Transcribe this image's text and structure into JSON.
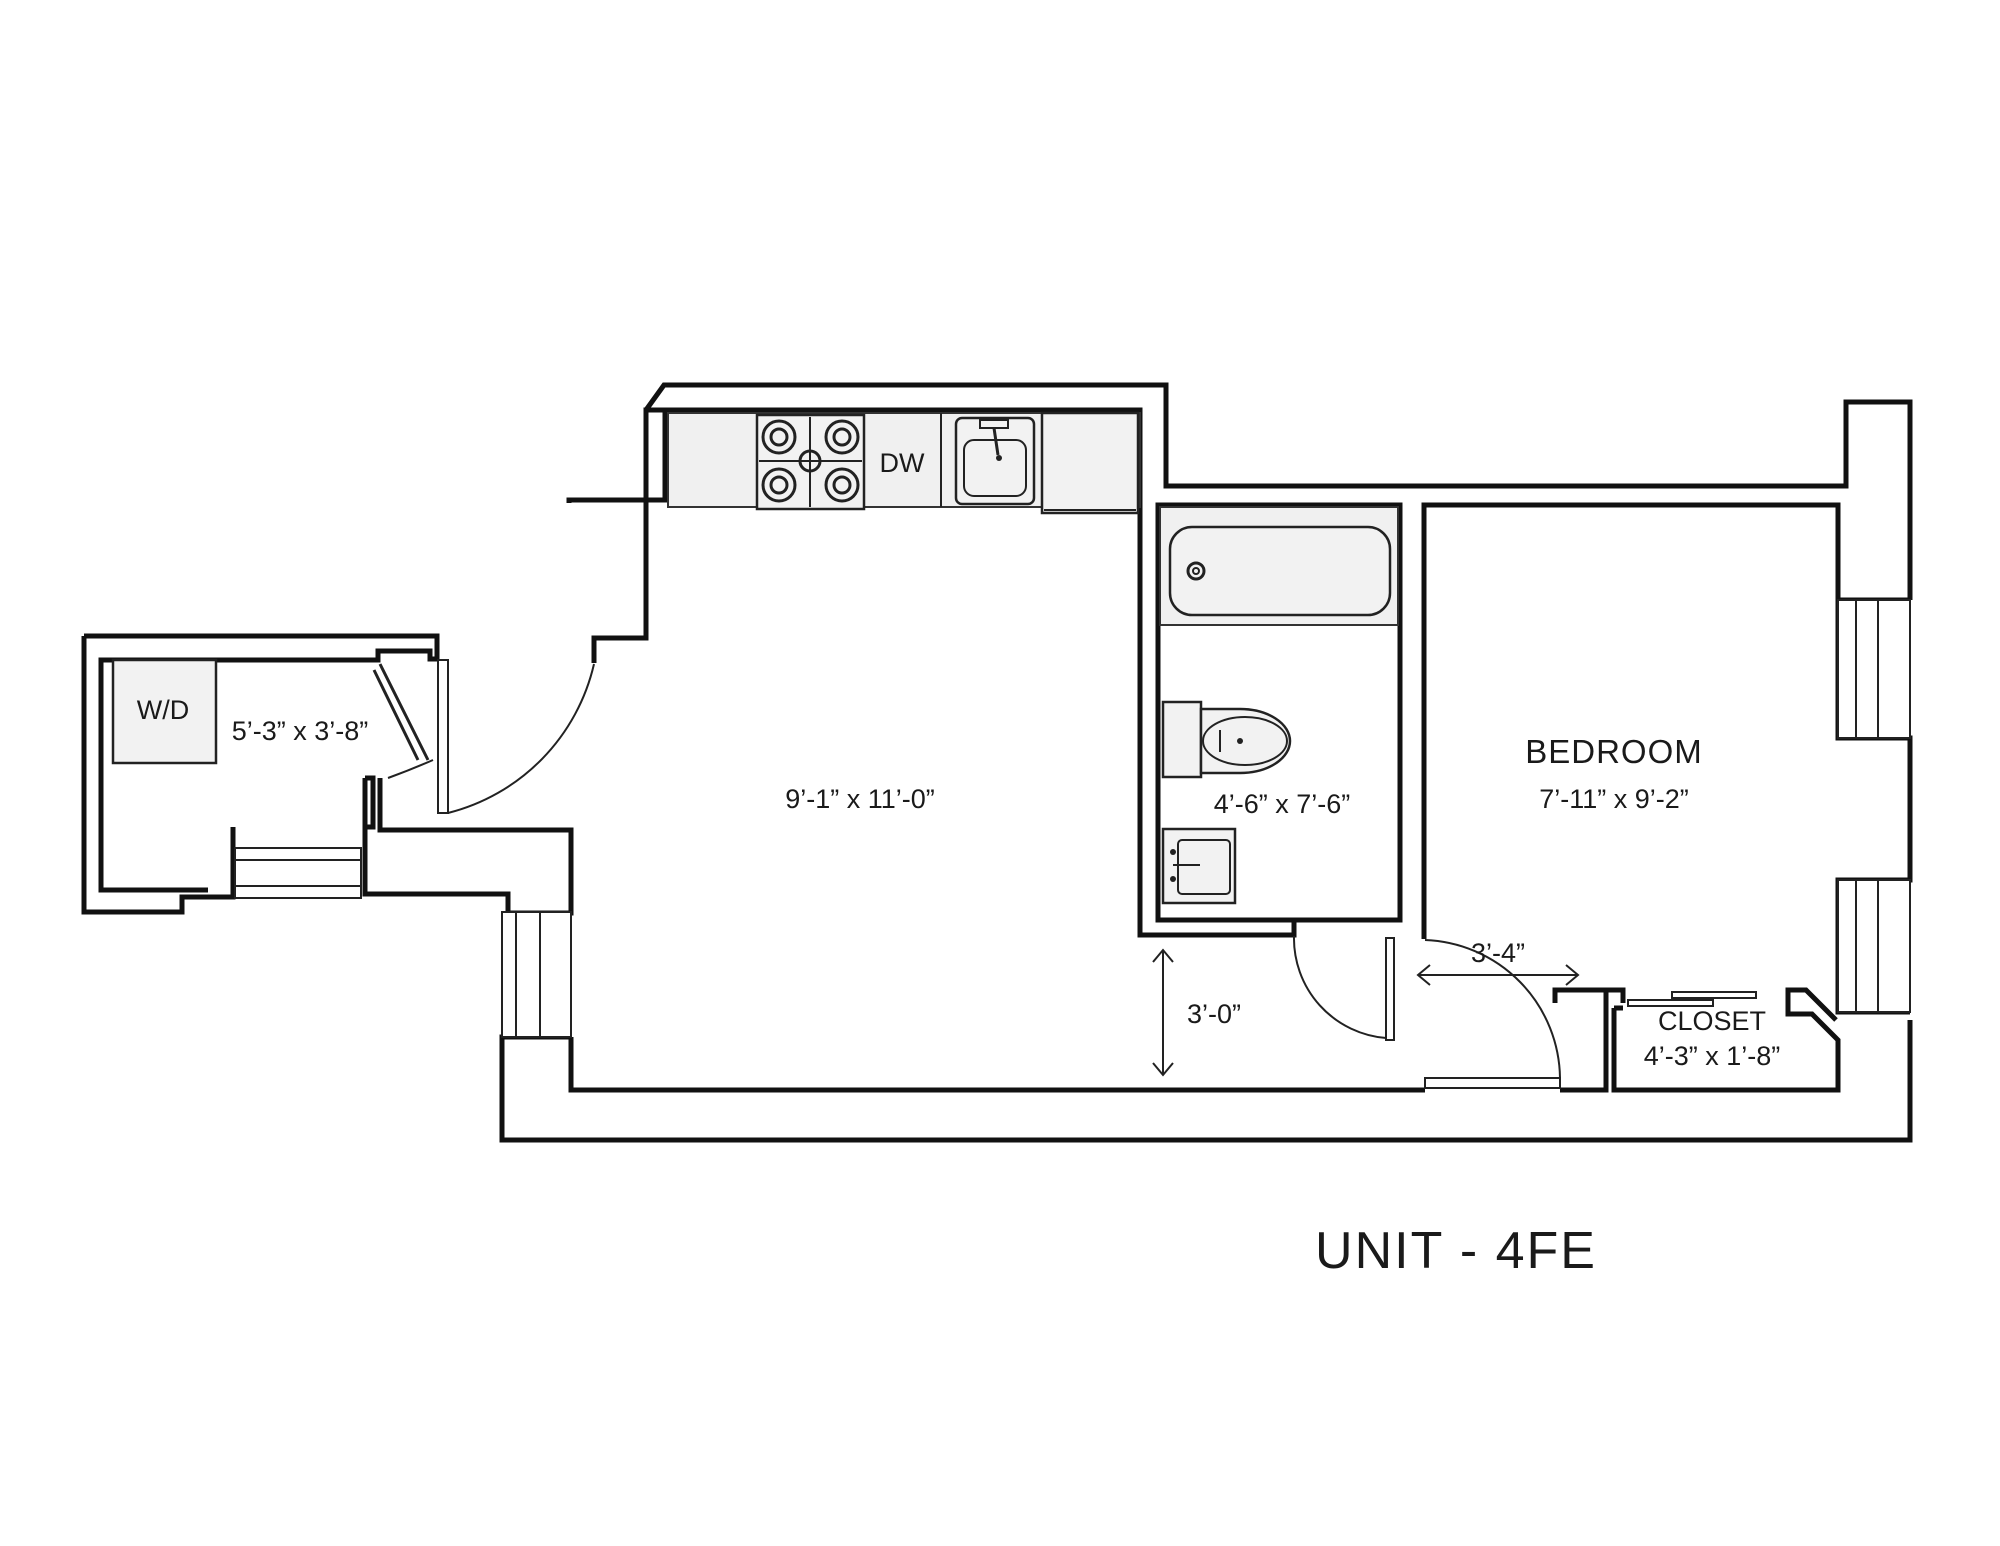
{
  "title": "UNIT - 4FE",
  "rooms": {
    "laundry": {
      "appliance": "W/D",
      "dimensions": "5’-3” x 3’-8”"
    },
    "living": {
      "appliance": "DW",
      "dimensions": "9’-1” x 11’-0”"
    },
    "bathroom": {
      "dimensions": "4’-6” x 7’-6”"
    },
    "bedroom": {
      "name": "BEDROOM",
      "dimensions": "7’-11” x 9’-2”"
    },
    "closet": {
      "name": "CLOSET",
      "dimensions": "4’-3” x 1’-8”"
    }
  },
  "measurements": {
    "hall_width": "3’-0”",
    "doorway_width": "3’-4”"
  },
  "colors": {
    "line": "#111111",
    "background": "#ffffff",
    "fill": "#f0f0f0"
  }
}
